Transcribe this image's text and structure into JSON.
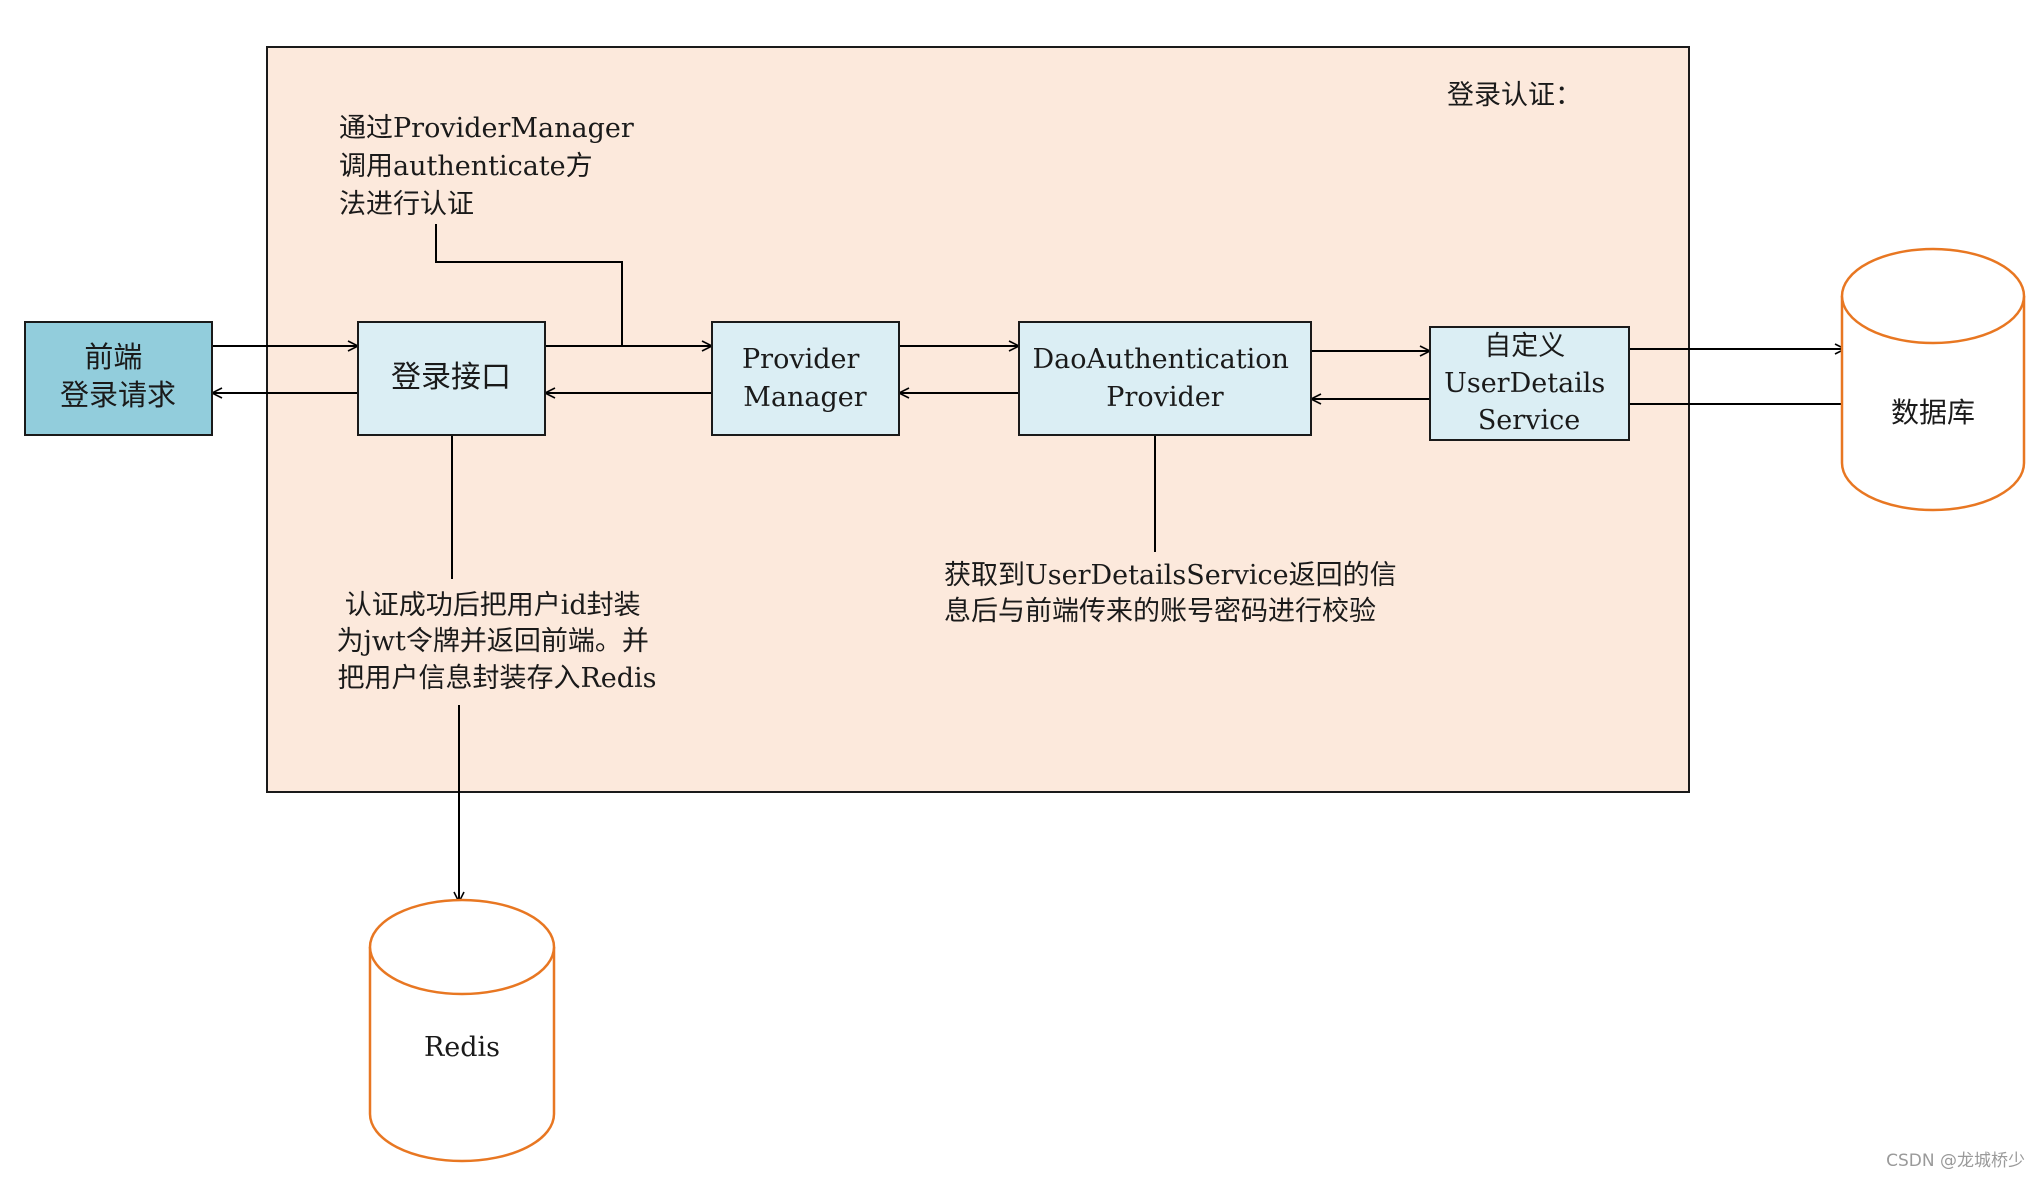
{
  "colors": {
    "region_fill": "#fce9dc",
    "box_fill": "#dbeef4",
    "frontend_fill": "#92cddc",
    "db_stroke": "#e87722",
    "line": "#000000"
  },
  "region": {
    "label": "登录认证："
  },
  "nodes": {
    "frontend": {
      "lines": [
        "前端",
        "登录请求"
      ]
    },
    "login_api": {
      "lines": [
        "登录接口"
      ]
    },
    "provider_manager": {
      "lines": [
        "Provider",
        "Manager"
      ]
    },
    "dao_auth_provider": {
      "lines": [
        "DaoAuthentication",
        "Provider"
      ]
    },
    "user_details_service": {
      "lines": [
        "自定义",
        "UserDetails",
        "Service"
      ]
    },
    "database": {
      "lines": [
        "数据库"
      ]
    },
    "redis": {
      "lines": [
        "Redis"
      ]
    }
  },
  "notes": {
    "provider_manager_note": {
      "lines": [
        "通过ProviderManager",
        "调用authenticate方",
        "法进行认证"
      ]
    },
    "verify_note": {
      "lines": [
        "获取到UserDetailsService返回的信",
        "息后与前端传来的账号密码进行校验"
      ]
    },
    "jwt_note": {
      "lines": [
        "认证成功后把用户id封装",
        "为jwt令牌并返回前端。并",
        "把用户信息封装存入Redis"
      ]
    }
  },
  "watermark": "CSDN @龙城桥少"
}
